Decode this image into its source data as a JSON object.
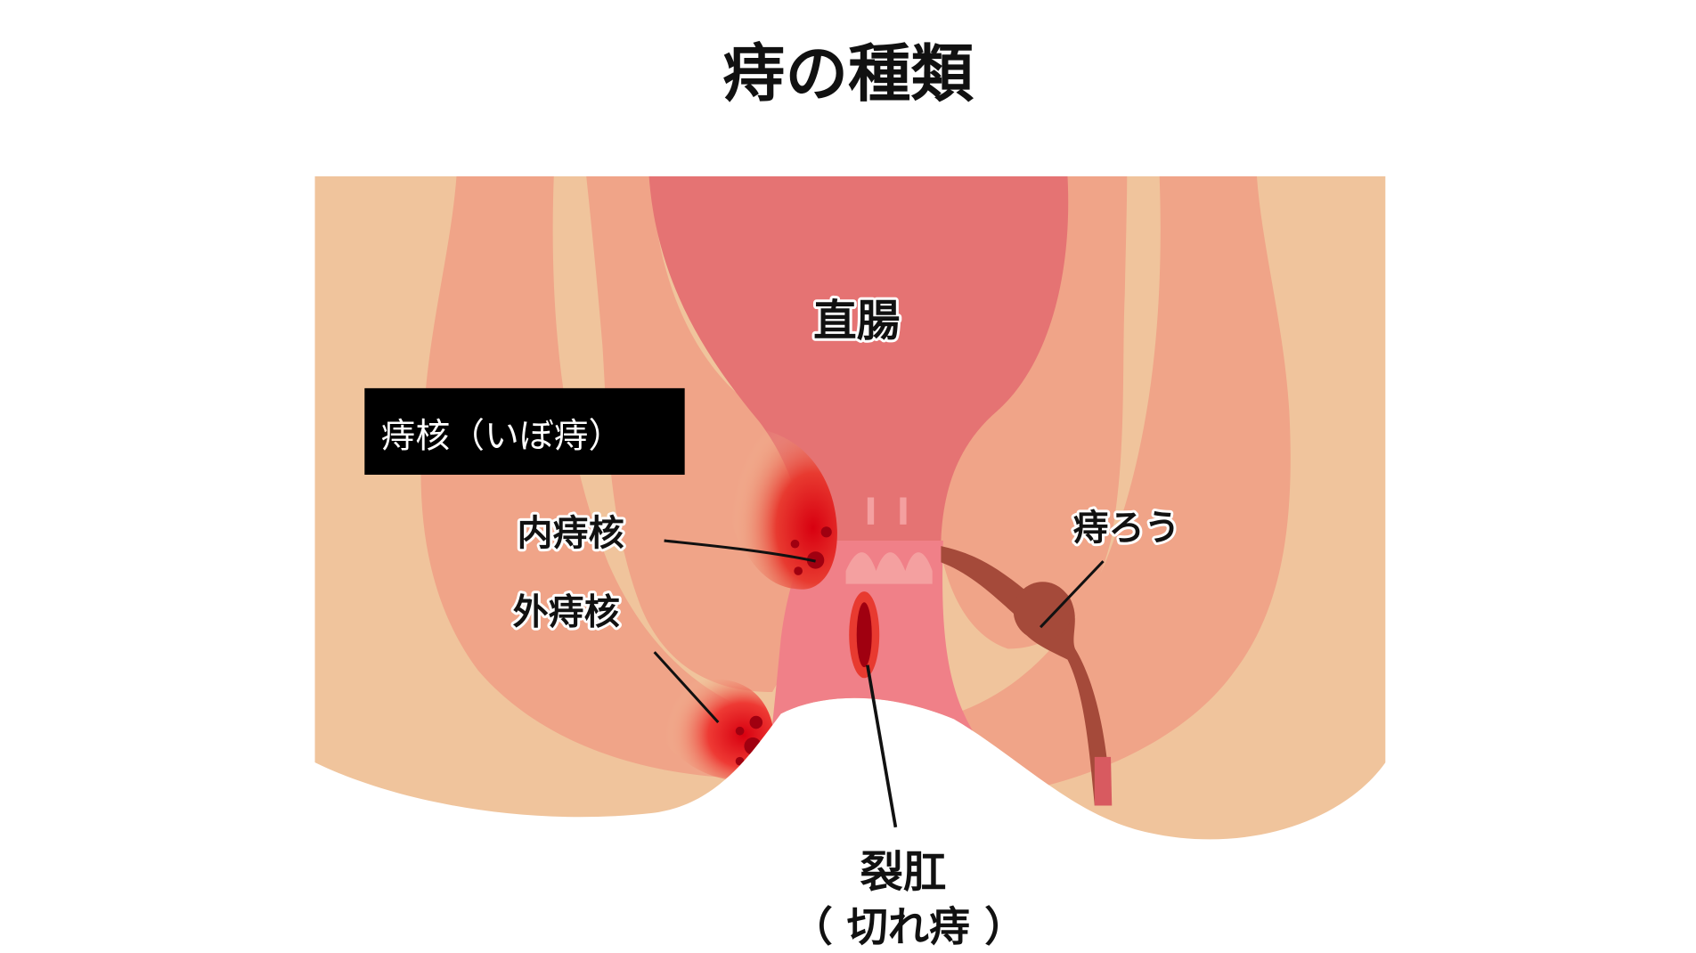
{
  "title": "痔の種類",
  "colors": {
    "background": "#FFFFFF",
    "skin": "#F0C49C",
    "muscle": "#F0A488",
    "rectum": "#E57373",
    "anal_canal": "#F08088",
    "hemorrhoid_red": "#E0201C",
    "hemorrhoid_dark": "#A00010",
    "fistula": "#A54A3A",
    "label_box": "#000000"
  },
  "labels": {
    "rectum": "直腸",
    "hemorrhoid_box": "痔核（いぼ痔）",
    "internal_hemorrhoid": "内痔核",
    "external_hemorrhoid": "外痔核",
    "anal_fistula": "痔ろう",
    "anal_fissure": "裂肛",
    "anal_fissure_sub": "（ 切れ痔 ）"
  }
}
